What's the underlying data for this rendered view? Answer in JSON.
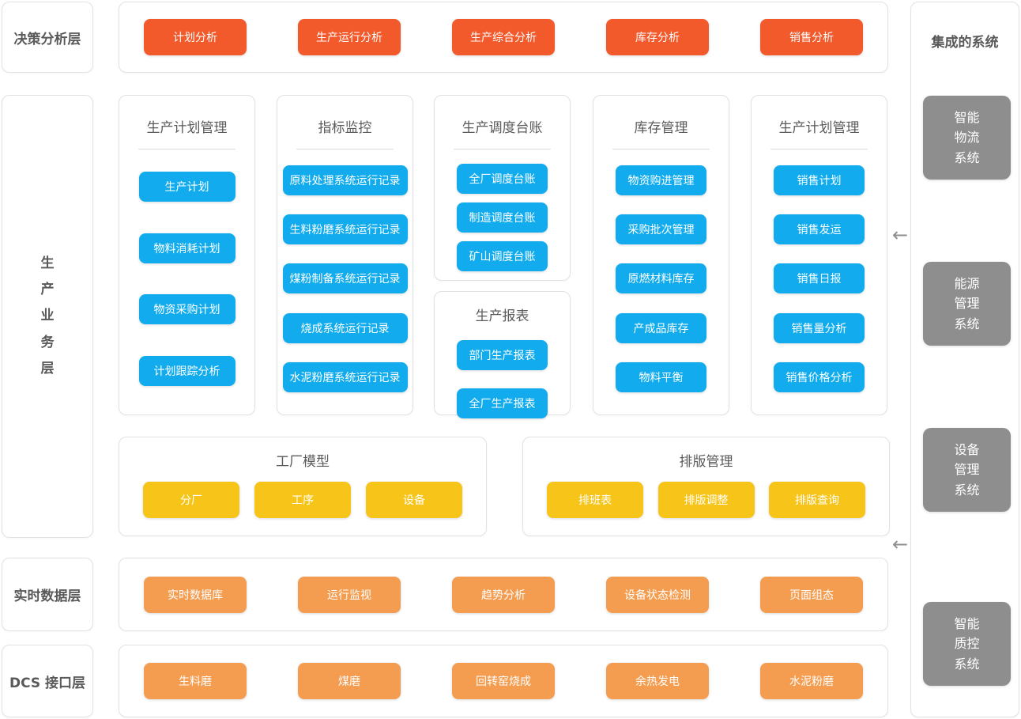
{
  "colors": {
    "decision_button": "#f2592b",
    "module_button": "#12acee",
    "model_button": "#f7c41a",
    "data_button": "#f49d50",
    "system_box": "#8e8e8e",
    "panel_border": "#e2e2e2",
    "label_text": "#595959"
  },
  "left_layers": {
    "decision": "决策分析层",
    "business": "生产业务层",
    "realtime": "实时数据层",
    "dcs": "DCS 接口层"
  },
  "top_row": {
    "buttons": [
      "计划分析",
      "生产运行分析",
      "生产综合分析",
      "库存分析",
      "销售分析"
    ]
  },
  "panels": [
    {
      "title": "生产计划管理",
      "buttons": [
        "生产计划",
        "物料消耗计划",
        "物资采购计划",
        "计划跟踪分析"
      ]
    },
    {
      "title": "指标监控",
      "buttons": [
        "原料处理系统运行记录",
        "生料粉磨系统运行记录",
        "煤粉制备系统运行记录",
        "烧成系统运行记录",
        "水泥粉磨系统运行记录"
      ]
    },
    {
      "title": "生产调度台账",
      "buttons": [
        "全厂调度台账",
        "制造调度台账",
        "矿山调度台账"
      ]
    },
    {
      "title": "生产报表",
      "buttons": [
        "部门生产报表",
        "全厂生产报表"
      ]
    },
    {
      "title": "库存管理",
      "buttons": [
        "物资购进管理",
        "采购批次管理",
        "原燃材料库存",
        "产成品库存",
        "物料平衡"
      ]
    },
    {
      "title": "生产计划管理",
      "buttons": [
        "销售计划",
        "销售发运",
        "销售日报",
        "销售量分析",
        "销售价格分析"
      ]
    }
  ],
  "model_panels": [
    {
      "title": "工厂模型",
      "buttons": [
        "分厂",
        "工序",
        "设备"
      ]
    },
    {
      "title": "排版管理",
      "buttons": [
        "排班表",
        "排版调整",
        "排版查询"
      ]
    }
  ],
  "realtime_row": {
    "buttons": [
      "实时数据库",
      "运行监视",
      "趋势分析",
      "设备状态检测",
      "页面组态"
    ]
  },
  "dcs_row": {
    "buttons": [
      "生料磨",
      "煤磨",
      "回转窑烧成",
      "余热发电",
      "水泥粉磨"
    ]
  },
  "integrated": {
    "title": "集成的系统",
    "systems": [
      "智能\n物流\n系统",
      "能源\n管理\n系统",
      "设备\n管理\n系统",
      "智能\n质控\n系统"
    ]
  },
  "arrows": {
    "glyph": "←"
  }
}
